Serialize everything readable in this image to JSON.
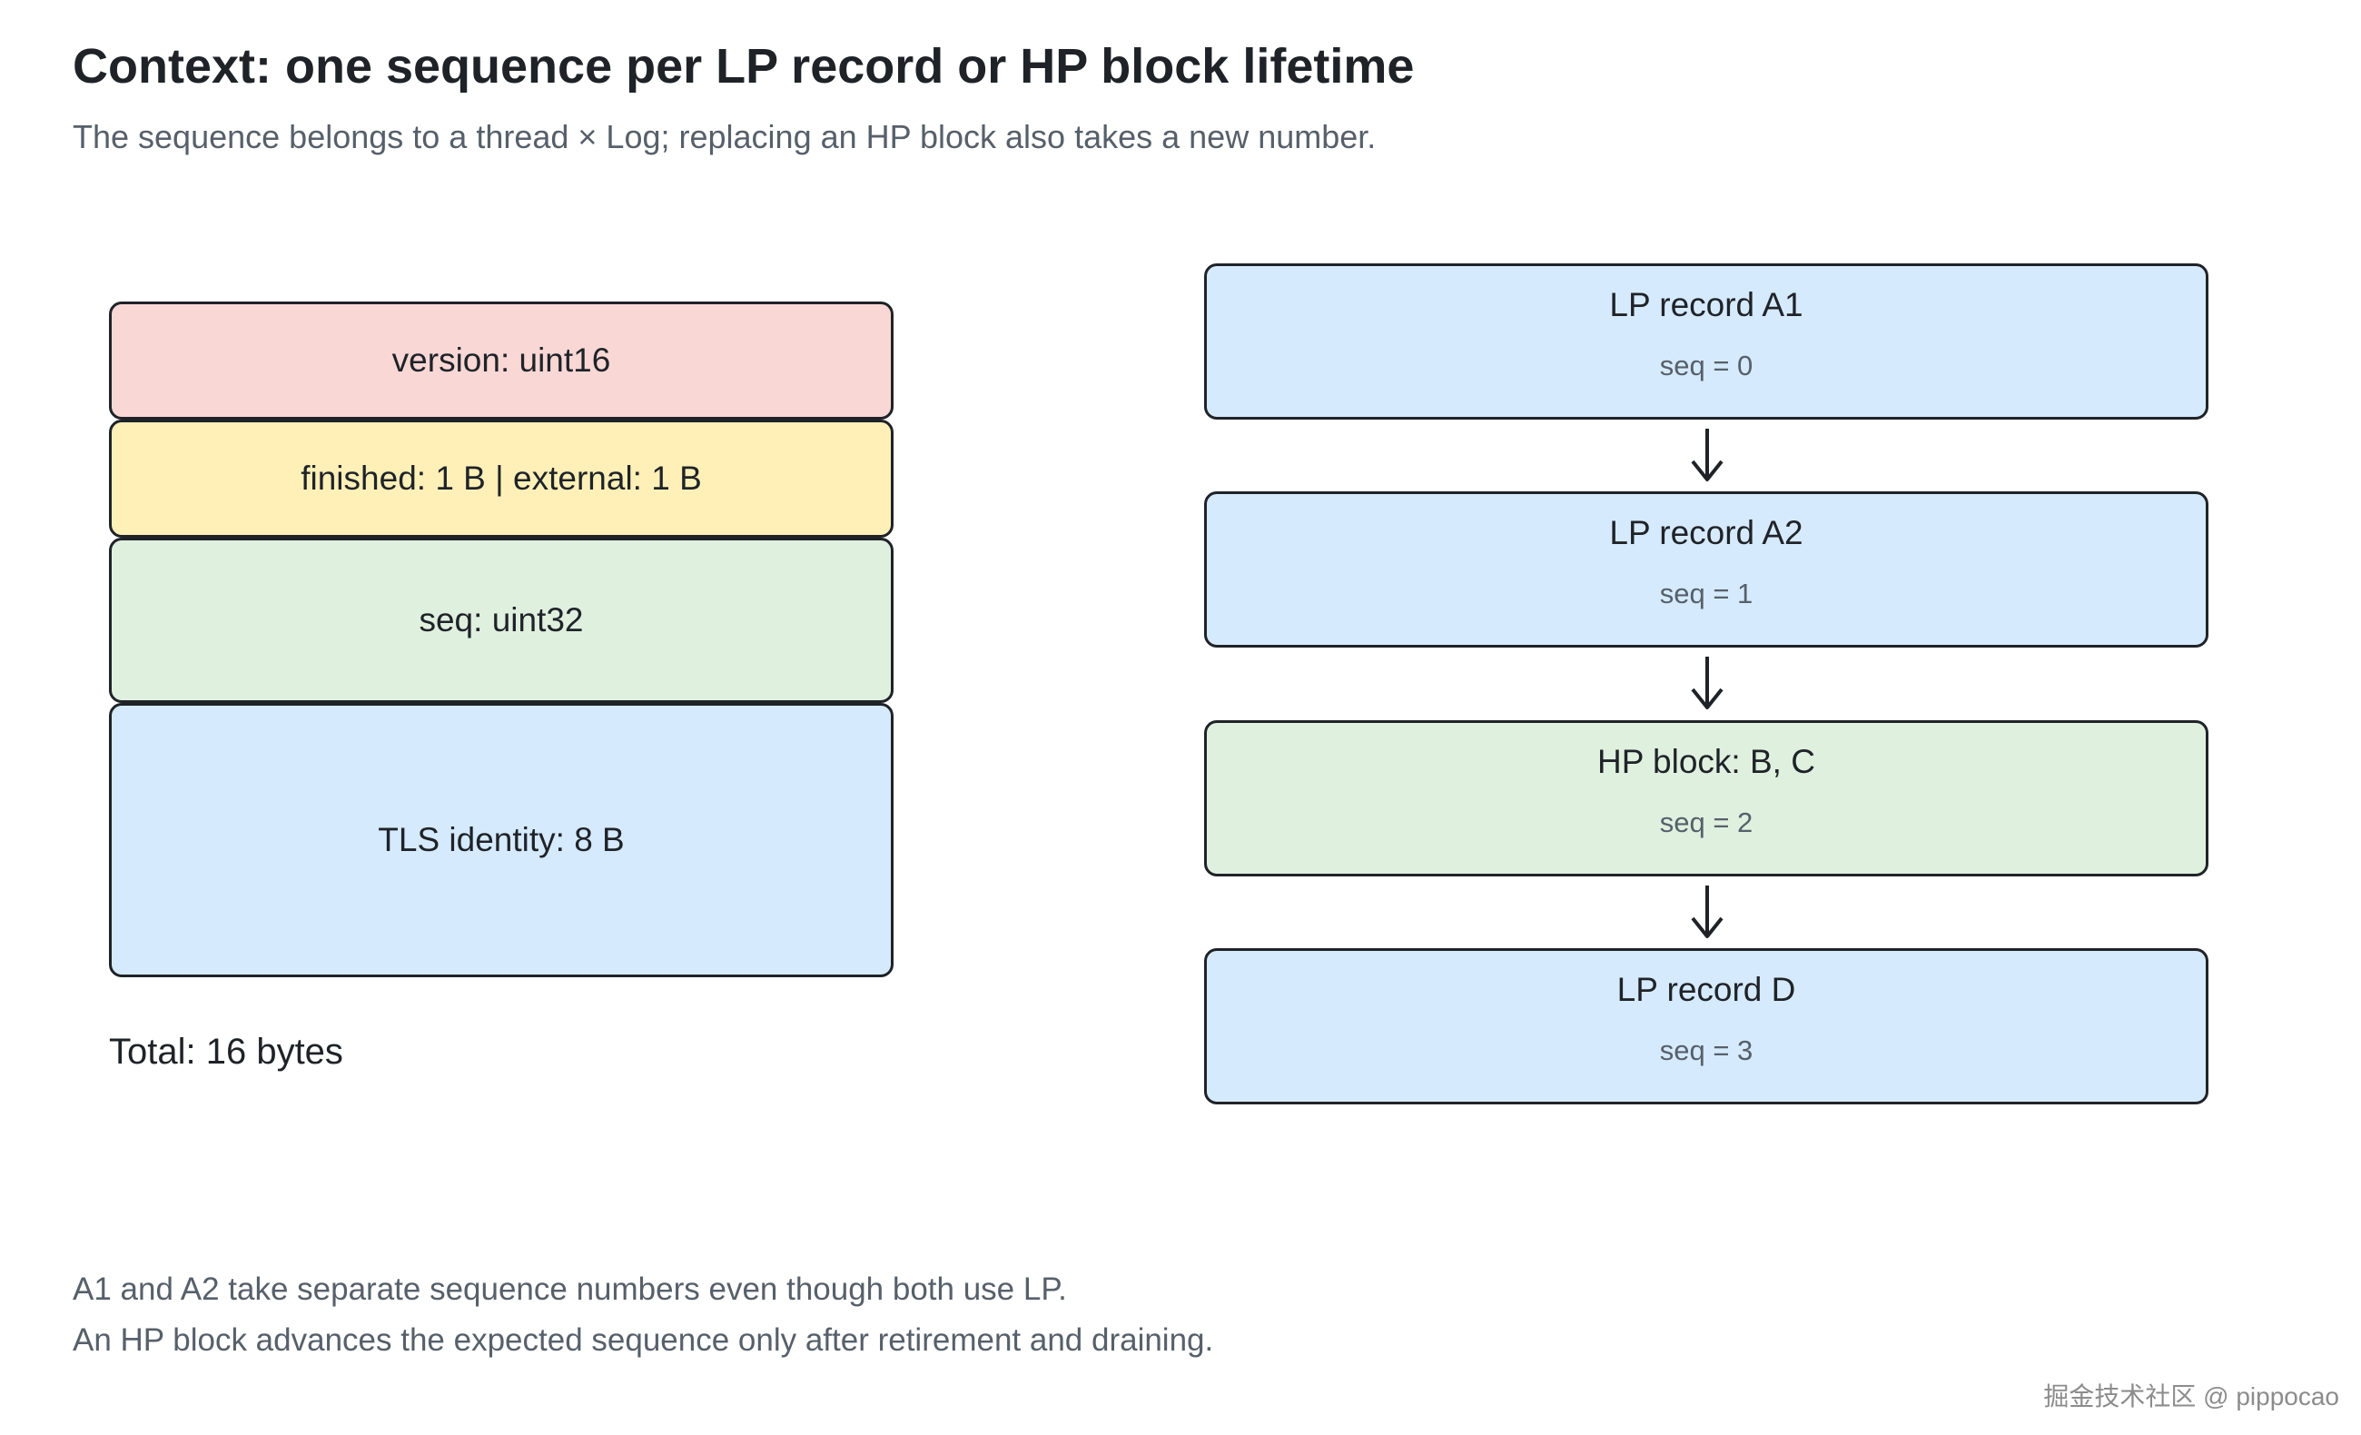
{
  "header": {
    "title": "Context: one sequence per LP record or HP block lifetime",
    "subtitle": "The sequence belongs to a thread × Log; replacing an HP block also takes a new number."
  },
  "layout_struct": {
    "fields": [
      {
        "label": "version: uint16",
        "color": "#f8d7d5"
      },
      {
        "label": "finished: 1 B | external: 1 B",
        "color": "#fff0b8"
      },
      {
        "label": "seq: uint32",
        "color": "#dff0df"
      },
      {
        "label": "TLS identity: 8 B",
        "color": "#d5eafd"
      }
    ],
    "total": "Total: 16 bytes"
  },
  "sequence": {
    "items": [
      {
        "label": "LP record A1",
        "seq": "seq = 0",
        "color": "#d5eafd"
      },
      {
        "label": "LP record A2",
        "seq": "seq = 1",
        "color": "#d5eafd"
      },
      {
        "label": "HP block: B, C",
        "seq": "seq = 2",
        "color": "#dff0df"
      },
      {
        "label": "LP record D",
        "seq": "seq = 3",
        "color": "#d5eafd"
      }
    ]
  },
  "notes": {
    "line1": "A1 and A2 take separate sequence numbers even though both use LP.",
    "line2": "An HP block advances the expected sequence only after retirement and draining."
  },
  "watermark": "掘金技术社区 @ pippocao",
  "colors": {
    "border": "#1f2328",
    "muted_text": "#57606a"
  }
}
